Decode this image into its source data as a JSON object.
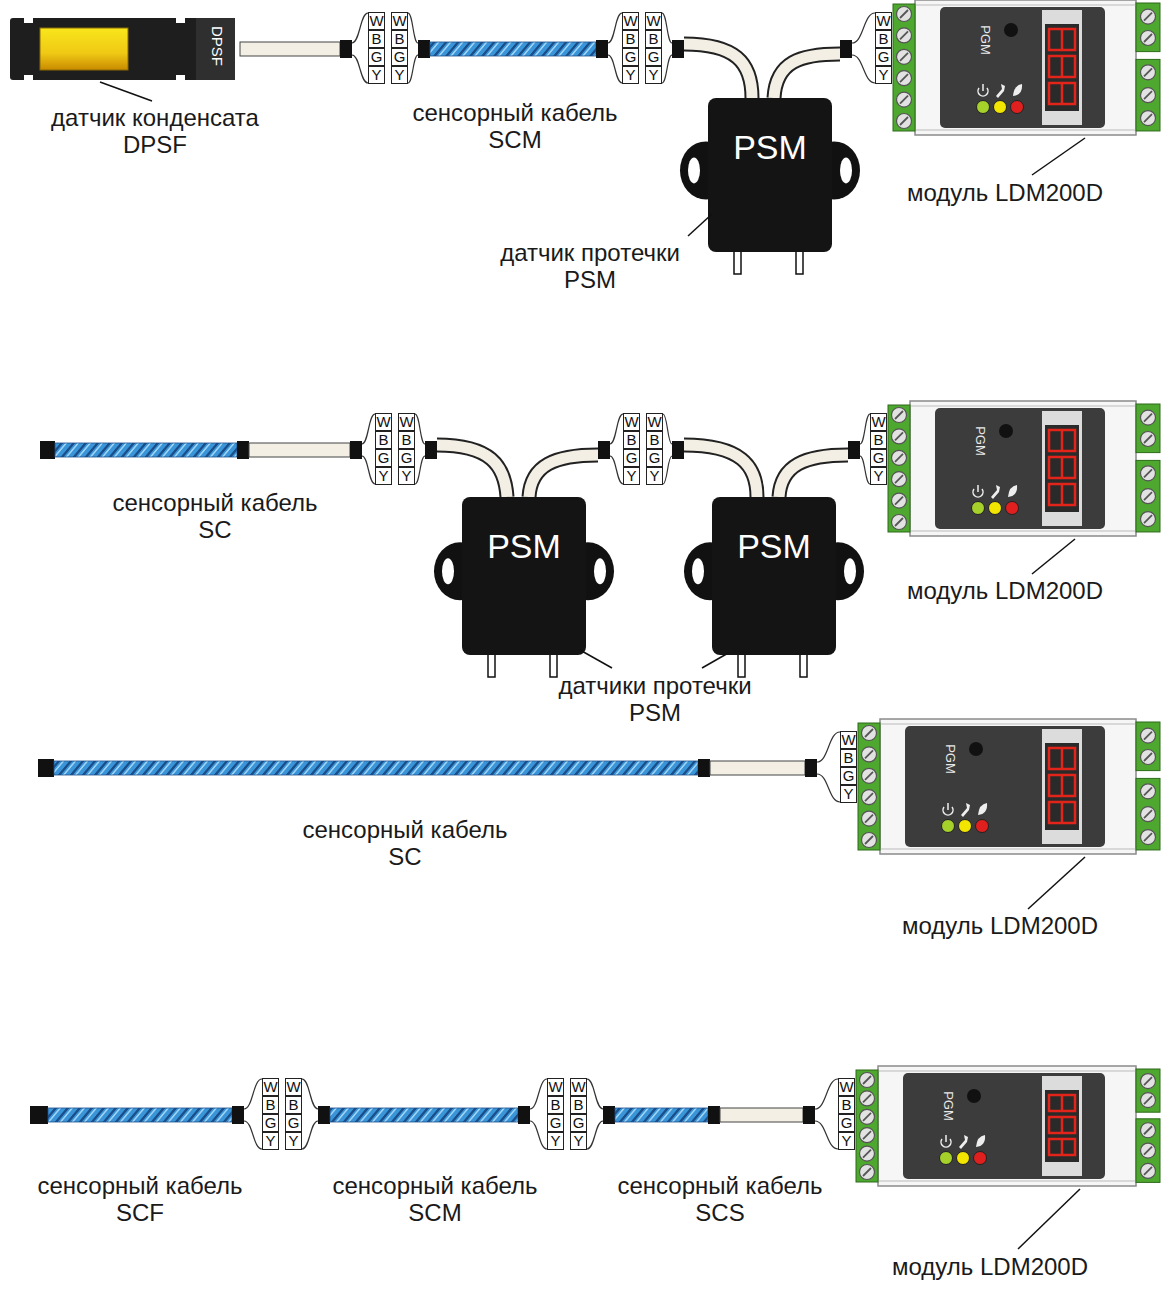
{
  "diagram": {
    "nodes": [
      {
        "text": [
          "DPSF"
        ]
      },
      {
        "text": [
          "PSM"
        ]
      },
      {
        "text": [
          "PGM"
        ]
      },
      {
        "text": [
          "PSM"
        ]
      },
      {
        "text": [
          "PSM"
        ]
      },
      {
        "text": [
          "PGM"
        ]
      },
      {
        "text": [
          "PGM"
        ]
      },
      {
        "text": [
          "PGM"
        ]
      }
    ],
    "labels": [
      "датчик конденсата DPSF",
      "сенсорный кабель SCM",
      "W",
      "W",
      "B",
      "B",
      "G",
      "G",
      "Y",
      "Y",
      "W",
      "W",
      "B",
      "B",
      "G",
      "G",
      "Y",
      "Y",
      "датчик протечки PSM",
      "W",
      "B",
      "G",
      "Y",
      "модуль LDM200D",
      "сенсорный кабель SC",
      "W",
      "W",
      "B",
      "B",
      "G",
      "G",
      "Y",
      "Y",
      "W",
      "W",
      "B",
      "B",
      "G",
      "G",
      "Y",
      "Y",
      "датчики протечки PSM",
      "W",
      "B",
      "G",
      "Y",
      "модуль LDM200D",
      "сенсорный кабель SC",
      "W",
      "B",
      "G",
      "Y",
      "модуль LDM200D",
      "сенсорный кабель SCF",
      "W",
      "W",
      "B",
      "B",
      "G",
      "G",
      "Y",
      "Y",
      "сенсорный кабель SCM",
      "W",
      "W",
      "B",
      "B",
      "G",
      "G",
      "Y",
      "Y",
      "сенсорный кабель SCS",
      "W",
      "B",
      "G",
      "Y",
      "модуль LDM200D"
    ]
  }
}
